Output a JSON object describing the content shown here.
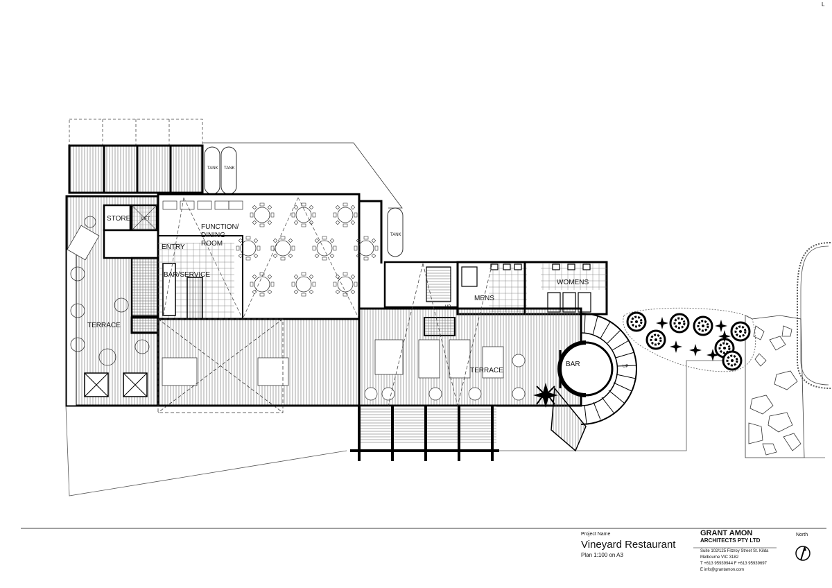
{
  "corner_mark": "L",
  "rooms": {
    "store": "STORE",
    "lift": "LIFT",
    "entry": "ENTRY",
    "function_1": "FUNCTION/",
    "function_2": "DINING",
    "function_3": "ROOM",
    "bar_service": "BAR/SERVICE",
    "terrace_west": "TERRACE",
    "terrace_east": "TERRACE",
    "mens": "MENS",
    "womens": "WOMENS",
    "bar": "BAR",
    "up_1": "UP",
    "up_2": "UP",
    "tank_1": "TANK",
    "tank_2": "TANK",
    "tank_3": "TANK"
  },
  "title_block": {
    "project_label": "Project Name",
    "project_name": "Vineyard Restaurant",
    "scale": "Plan 1:100 on A3",
    "firm_line1": "GRANT AMON",
    "firm_line2": "ARCHITECTS PTY LTD",
    "addr1": "Suite 102/125 Fitzroy Street St. Kilda",
    "addr2": "Melbourne VIC 3182",
    "phone": "T +613 95939944   F +613 95939697",
    "email": "E info@grantamon.com",
    "north": "North"
  }
}
